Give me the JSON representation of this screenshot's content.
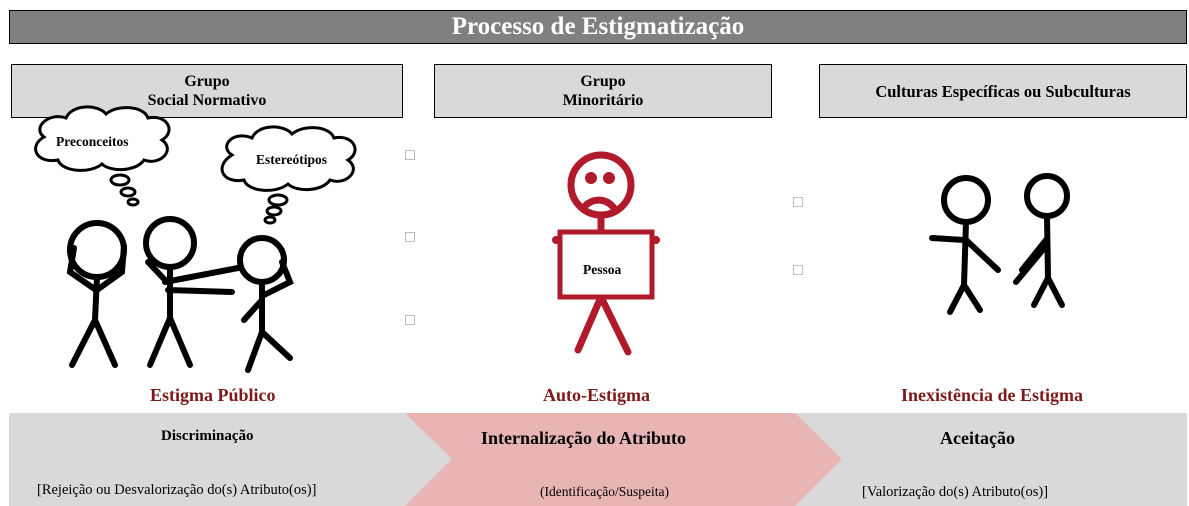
{
  "title": "Processo de Estigmatização",
  "headers": {
    "social": {
      "line1": "Grupo",
      "line2": "Social Normativo"
    },
    "minority": {
      "line1": "Grupo",
      "line2": "Minoritário"
    },
    "culture": {
      "line1": "Culturas Específicas ou Subculturas"
    }
  },
  "clouds": {
    "left": "Preconceitos",
    "right": "Estereótipos"
  },
  "sign_text": "Pessoa",
  "stigma_labels": {
    "public": "Estigma Público",
    "self": "Auto-Estigma",
    "none": "Inexistência de Estigma"
  },
  "bottom": {
    "left": {
      "title": "Discriminação",
      "sub": "[Rejeição ou Desvalorização do(s) Atributo(os)]"
    },
    "center": {
      "title": "Internalização do Atributo",
      "sub": "(Identificação/Suspeita)"
    },
    "right": {
      "title": "Aceitação",
      "sub": "[Valorização do(s) Atributo(os)]"
    }
  },
  "colors": {
    "title_bg": "#808080",
    "header_bg": "#d9d9d9",
    "stigma_red": "#7b1a1a",
    "figure_red": "#b01a2a",
    "arrow_pink": "#e8b4b4"
  }
}
